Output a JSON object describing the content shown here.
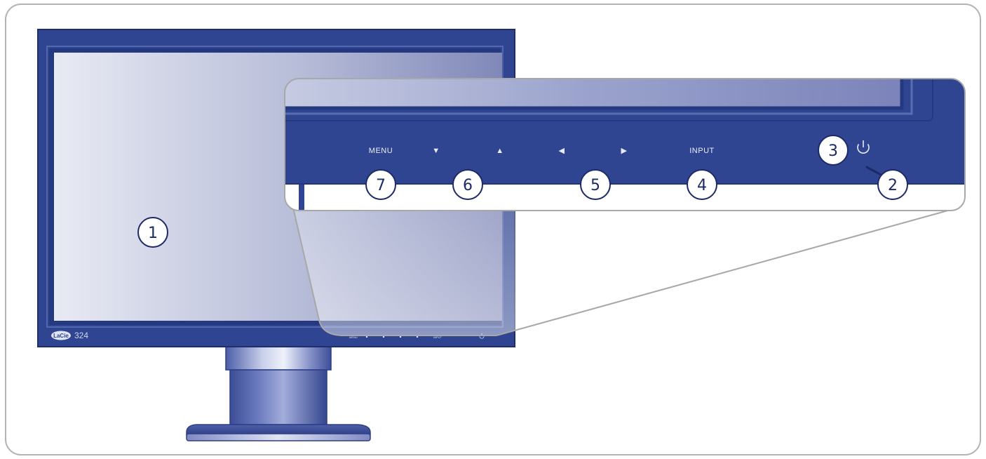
{
  "monitor": {
    "logo": "LaCie",
    "model": "324",
    "button_labels_small": {
      "menu": "MENU",
      "input": "INPUT"
    }
  },
  "zoom_panel": {
    "menu_label": "MENU",
    "input_label": "INPUT",
    "down_glyph": "▼",
    "up_glyph": "▲",
    "left_glyph": "◀",
    "right_glyph": "▶",
    "power_icon": "power-icon"
  },
  "callouts": [
    {
      "id": "screen",
      "number": "1"
    },
    {
      "id": "power-led",
      "number": "2"
    },
    {
      "id": "power-button",
      "number": "3"
    },
    {
      "id": "input-button",
      "number": "4"
    },
    {
      "id": "left-right-buttons",
      "number": "5"
    },
    {
      "id": "up-down-buttons",
      "number": "6"
    },
    {
      "id": "menu-button",
      "number": "7"
    }
  ],
  "colors": {
    "bezel": "#2f4591",
    "bezel_dark": "#223679",
    "callout_stroke": "#1d2a66",
    "frame_stroke": "#b3b3b3"
  }
}
